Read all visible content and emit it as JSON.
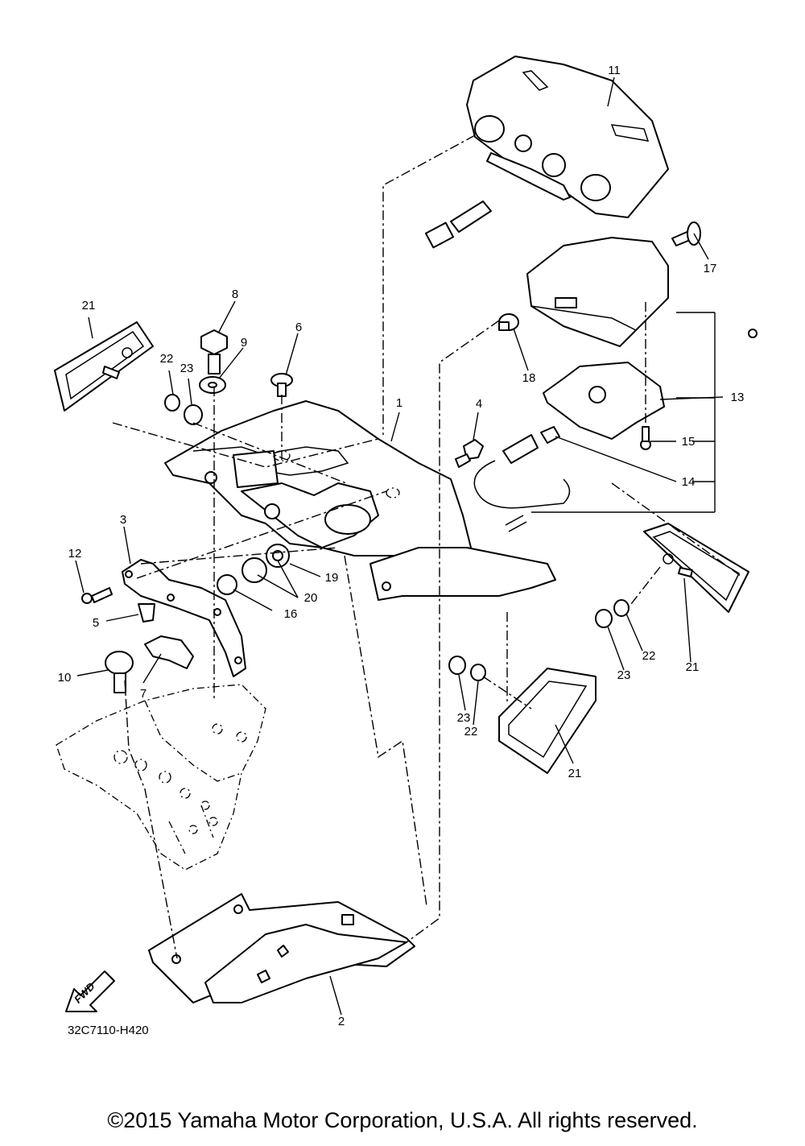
{
  "diagram": {
    "code": "32C7110-H420",
    "fwd_label": "FWD",
    "callouts": [
      "1",
      "2",
      "3",
      "4",
      "5",
      "6",
      "7",
      "8",
      "9",
      "10",
      "11",
      "12",
      "13",
      "14",
      "15",
      "16",
      "17",
      "18",
      "19",
      "20",
      "21",
      "22",
      "23"
    ]
  },
  "footer": {
    "copyright": "©2015 Yamaha Motor Corporation, U.S.A. All rights reserved."
  }
}
